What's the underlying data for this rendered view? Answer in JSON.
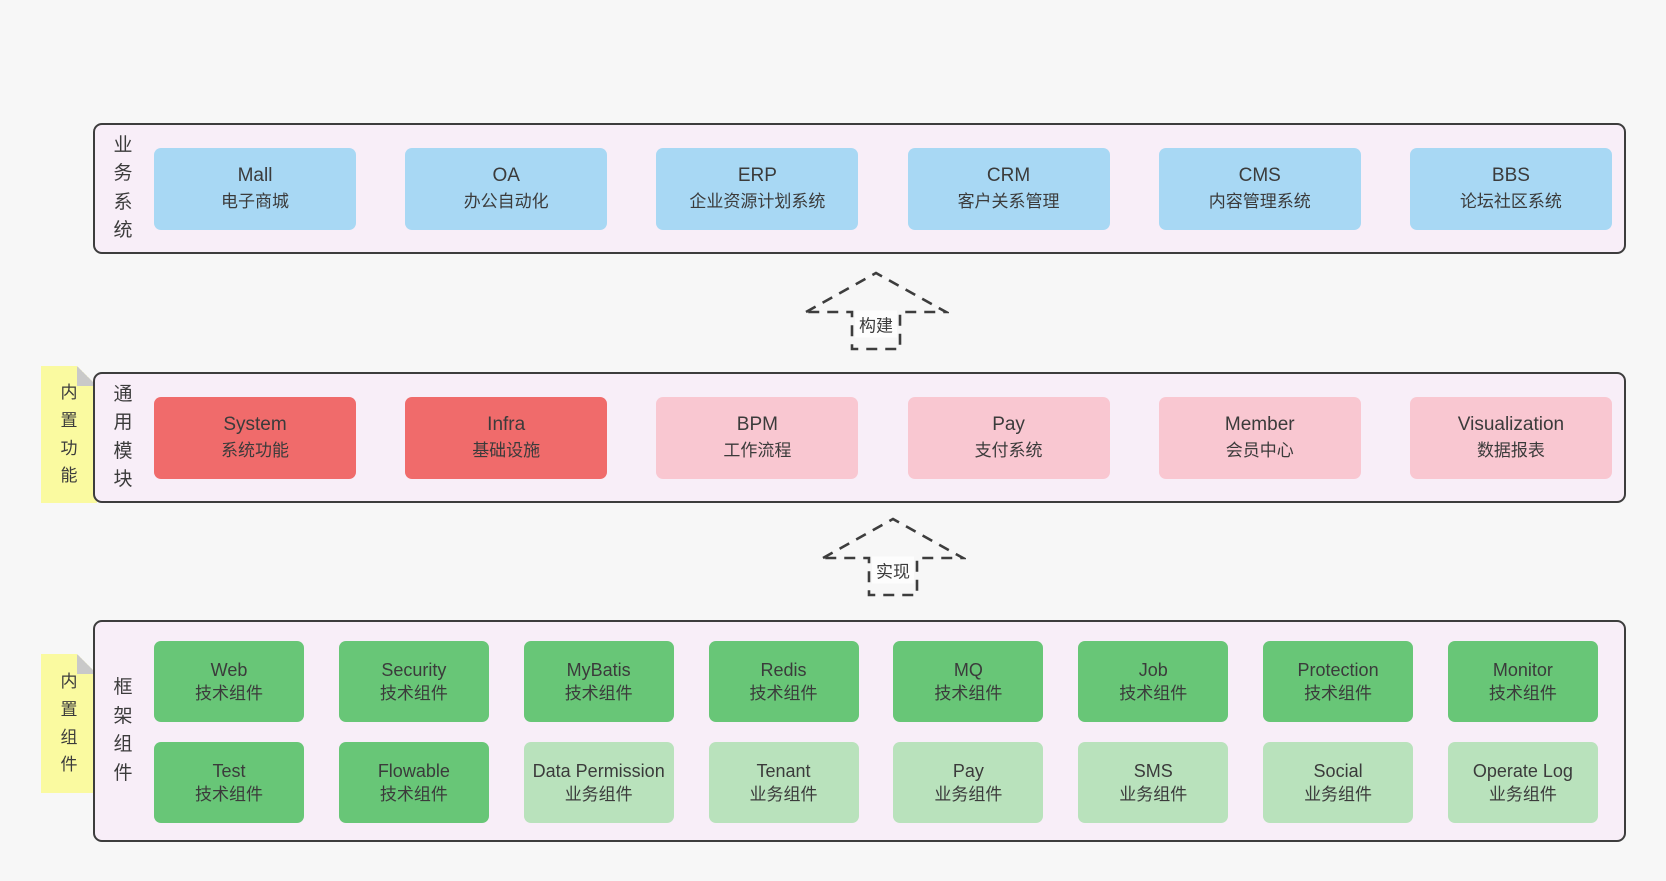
{
  "colors": {
    "page_bg": "#f7f7f7",
    "section_bg": "#f8eef8",
    "section_border": "#3d3d3d",
    "box_blue": "#a8d8f4",
    "box_red": "#f06b6b",
    "box_pink": "#f9c7d1",
    "box_green": "#68c677",
    "box_lightgreen": "#b9e2bc",
    "sticky_bg": "#fafaa0",
    "sticky_fold": "#c9c9c9",
    "arrow_label_bg": "#fdfdfd",
    "text": "#3b3b3b"
  },
  "arrows": [
    {
      "label": "构建"
    },
    {
      "label": "实现"
    }
  ],
  "sections": [
    {
      "label": "业\n务\n系\n统",
      "boxes": [
        {
          "en": "Mall",
          "zh": "电子商城"
        },
        {
          "en": "OA",
          "zh": "办公自动化"
        },
        {
          "en": "ERP",
          "zh": "企业资源计划系统"
        },
        {
          "en": "CRM",
          "zh": "客户关系管理"
        },
        {
          "en": "CMS",
          "zh": "内容管理系统"
        },
        {
          "en": "BBS",
          "zh": "论坛社区系统"
        }
      ]
    },
    {
      "label": "通\n用\n模\n块",
      "sticky": "内\n置\n功\n能",
      "boxes": [
        {
          "en": "System",
          "zh": "系统功能"
        },
        {
          "en": "Infra",
          "zh": "基础设施"
        },
        {
          "en": "BPM",
          "zh": "工作流程"
        },
        {
          "en": "Pay",
          "zh": "支付系统"
        },
        {
          "en": "Member",
          "zh": "会员中心"
        },
        {
          "en": "Visualization",
          "zh": "数据报表"
        }
      ]
    },
    {
      "label": "框\n架\n组\n件",
      "sticky": "内\n置\n组\n件",
      "rows": [
        [
          {
            "en": "Web",
            "zh": "技术组件"
          },
          {
            "en": "Security",
            "zh": "技术组件"
          },
          {
            "en": "MyBatis",
            "zh": "技术组件"
          },
          {
            "en": "Redis",
            "zh": "技术组件"
          },
          {
            "en": "MQ",
            "zh": "技术组件"
          },
          {
            "en": "Job",
            "zh": "技术组件"
          },
          {
            "en": "Protection",
            "zh": "技术组件"
          },
          {
            "en": "Monitor",
            "zh": "技术组件"
          }
        ],
        [
          {
            "en": "Test",
            "zh": "技术组件"
          },
          {
            "en": "Flowable",
            "zh": "技术组件"
          },
          {
            "en": "Data Permission",
            "zh": "业务组件"
          },
          {
            "en": "Tenant",
            "zh": "业务组件"
          },
          {
            "en": "Pay",
            "zh": "业务组件"
          },
          {
            "en": "SMS",
            "zh": "业务组件"
          },
          {
            "en": "Social",
            "zh": "业务组件"
          },
          {
            "en": "Operate Log",
            "zh": "业务组件"
          }
        ]
      ]
    }
  ]
}
